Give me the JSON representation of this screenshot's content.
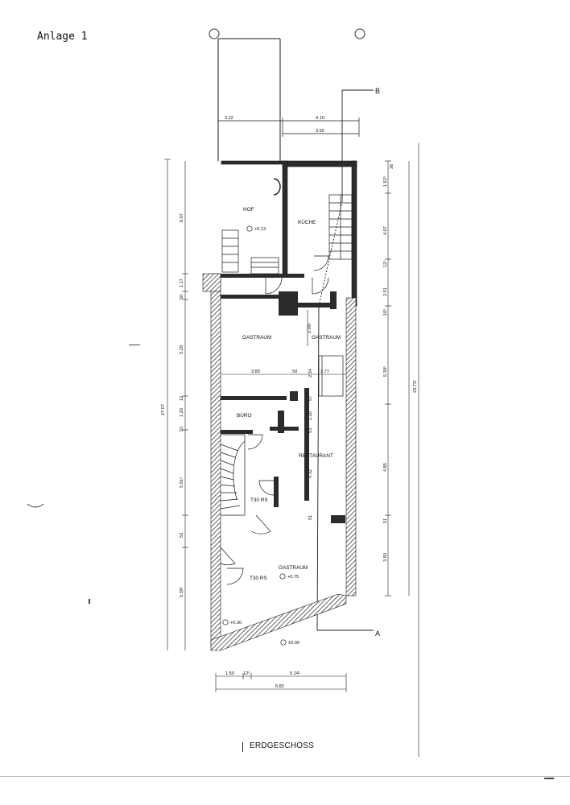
{
  "annex_label": "Anlage 1",
  "drawing_title": "ERDGESCHOSS",
  "section_marks": {
    "top": "B",
    "bottom": "A"
  },
  "rooms": {
    "hof": "HOF",
    "kueche": "KÜCHE",
    "gastraum_left": "GASTRAUM",
    "gastraum_right": "GASTRAUM",
    "buero": "BÜRO",
    "restaurant": "RESTAURANT",
    "gastraum_front": "GASTRAUM"
  },
  "door_labels": {
    "t30_upper": "T30 RS",
    "t30_lower": "T30 RS"
  },
  "levels": {
    "hof": "+0.13",
    "gastraum_front": "+0.75",
    "entrance": "+0.30",
    "street": "±0.00"
  },
  "dimensions": {
    "top": [
      "3.22",
      "4.10",
      "3.55"
    ],
    "bottom": [
      "1.50",
      "12⁵",
      "5.14⁵",
      "6.82"
    ],
    "interior": [
      "3.80",
      "50",
      "2.77",
      "2.09⁵",
      "2.34"
    ],
    "left_outer": [
      "27.07"
    ],
    "left_inner": [
      "6.07",
      "1.17",
      "50",
      "5.29",
      "12",
      "1.20",
      "53",
      "5.91⁵",
      "53",
      "5.39⁵"
    ],
    "right_inner": [
      "1.62⁵",
      "36",
      "4.07",
      "12⁵",
      "2.01",
      "10⁵",
      "5.39⁵",
      "4.85",
      "51",
      "3.50"
    ],
    "right_mid": [
      "57",
      "1.20",
      "53",
      "4.32",
      "51"
    ],
    "right_outer": [
      "23.73⁵"
    ]
  },
  "colors": {
    "wall_fill": "#2b2b2b",
    "line": "#1a1a1a",
    "hatch": "#444444"
  }
}
